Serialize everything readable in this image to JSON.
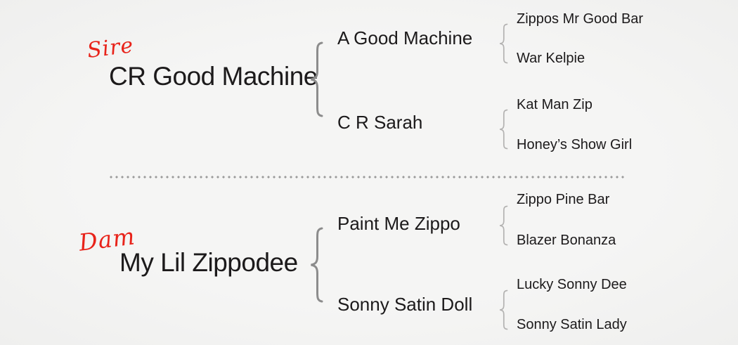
{
  "title": "Horse pedigree chart",
  "colors": {
    "background": "#f4f4f3",
    "text": "#1c1a1b",
    "accent_red": "#e8231a",
    "brace_large": "#8c8c8c",
    "brace_small": "#b3b2b1",
    "divider_dots": "#9a9a9a"
  },
  "pedigree": {
    "sire": {
      "label": "Sire",
      "name": "CR Good Machine",
      "parents": [
        {
          "name": "A Good Machine",
          "parents": [
            "Zippos Mr Good Bar",
            "War Kelpie"
          ]
        },
        {
          "name": "C R Sarah",
          "parents": [
            "Kat Man Zip",
            "Honey’s Show Girl"
          ]
        }
      ]
    },
    "dam": {
      "label": "Dam",
      "name": "My Lil Zippodee",
      "parents": [
        {
          "name": "Paint Me Zippo",
          "parents": [
            "Zippo Pine Bar",
            "Blazer Bonanza"
          ]
        },
        {
          "name": "Sonny Satin Doll",
          "parents": [
            "Lucky Sonny Dee",
            "Sonny Satin Lady"
          ]
        }
      ]
    }
  }
}
